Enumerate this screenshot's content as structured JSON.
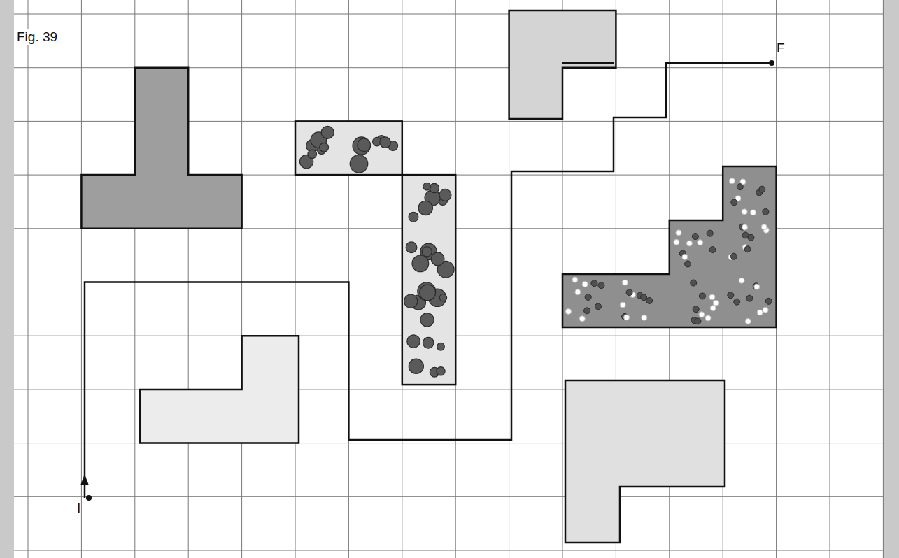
{
  "diagram": {
    "labels": [
      "Fig. 39",
      "F",
      "I"
    ]
  }
}
